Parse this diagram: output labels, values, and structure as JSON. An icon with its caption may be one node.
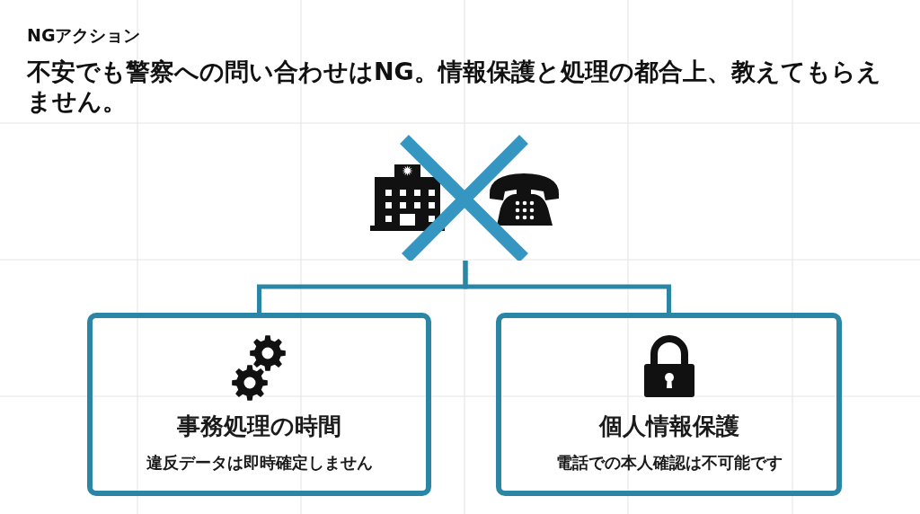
{
  "diagram": {
    "title": "不安でも警察への問い合わせはNG。情報保護と処理の都合上、教えてもらえません。",
    "nodes": [
      {
        "text": [],
        "shape": "picture"
      },
      {
        "text": [
          "事務処理の時間",
          "違反データは即時確定しません"
        ]
      },
      {
        "text": [
          "個人情報保護",
          "電話での本人確認は不可能です"
        ]
      }
    ],
    "edges": [
      {
        "from": 0,
        "to": 1,
        "arrow": "none"
      },
      {
        "from": 0,
        "to": 2,
        "arrow": "none"
      }
    ],
    "labels": [
      "NGアクション"
    ]
  }
}
